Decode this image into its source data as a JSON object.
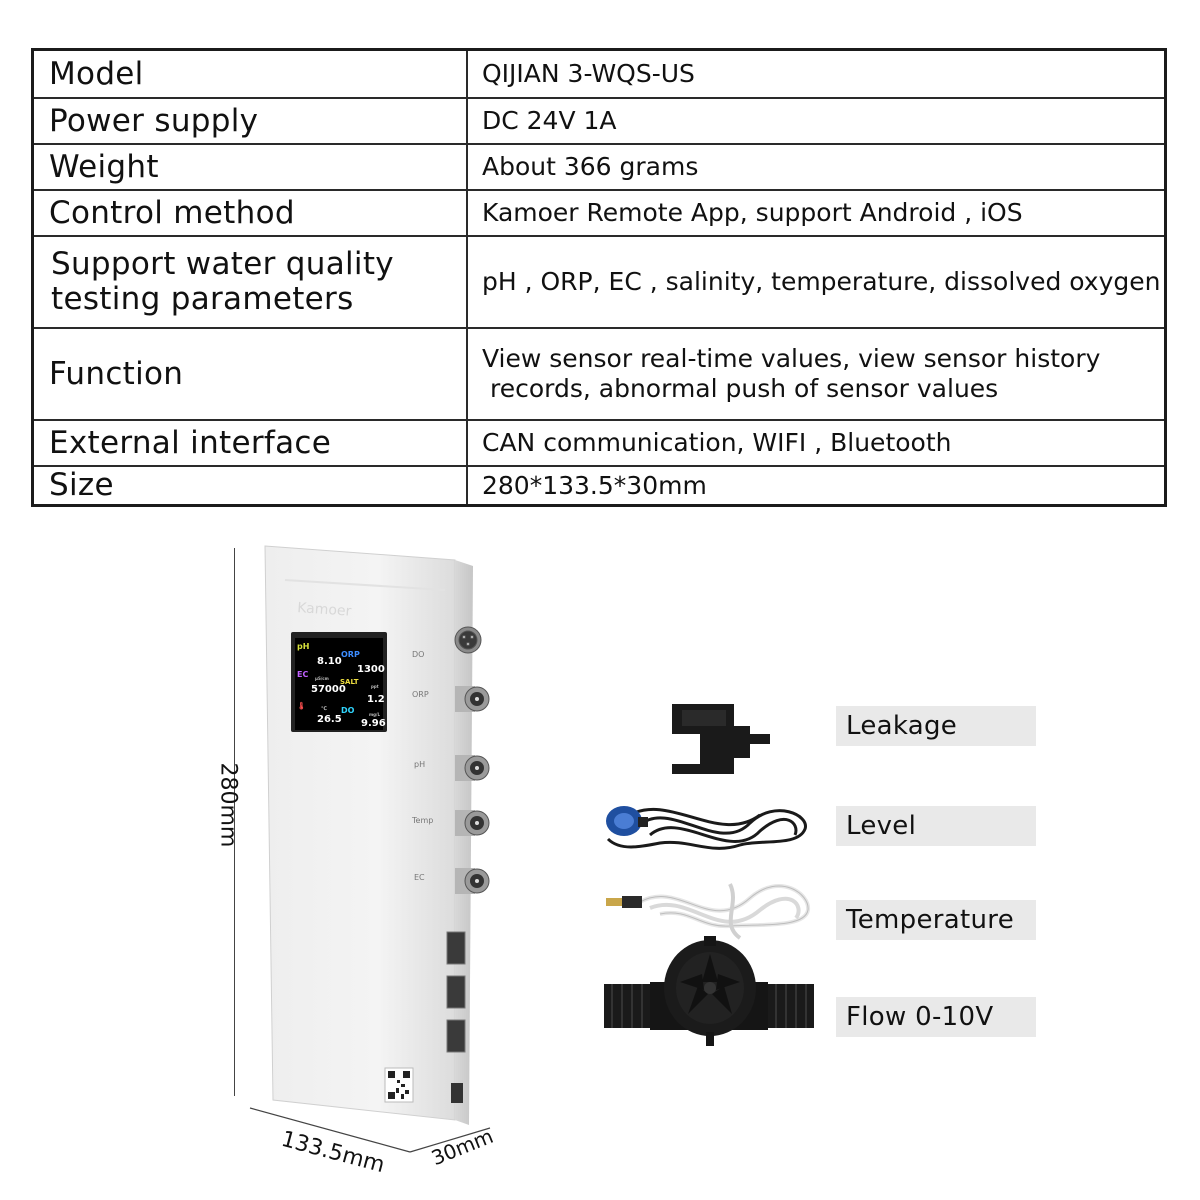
{
  "spec_table": {
    "rows": [
      {
        "label": "Model",
        "value": "QIJIAN 3-WQS-US"
      },
      {
        "label": "Power supply",
        "value": "DC 24V 1A"
      },
      {
        "label": "Weight",
        "value": "About 366 grams"
      },
      {
        "label": "Control method",
        "value": "Kamoer Remote App, support Android , iOS"
      },
      {
        "label_lines": [
          "Support water quality",
          "testing parameters"
        ],
        "value": "pH , ORP, EC , salinity, temperature, dissolved oxygen"
      },
      {
        "label": "Function",
        "value_lines": [
          "View sensor real-time values, view sensor history",
          "records, abnormal push of sensor values"
        ]
      },
      {
        "label": "External interface",
        "value": "CAN communication, WIFI , Bluetooth"
      },
      {
        "label": "Size",
        "value": "280*133.5*30mm"
      }
    ]
  },
  "dimensions": {
    "height": "280mm",
    "width": "133.5mm",
    "depth": "30mm"
  },
  "device": {
    "brand": "Kamoer",
    "ports": [
      "DO",
      "ORP",
      "pH",
      "Temp",
      "EC"
    ],
    "screen": {
      "ph_label": "pH",
      "ph_value": "8.10",
      "orp_label": "ORP",
      "orp_value": "1300",
      "ec_label": "EC",
      "ec_unit": "μS/cm",
      "ec_value": "57000",
      "salt_label": "SALT",
      "salt_unit": "ppt",
      "salt_value": "1.2",
      "temp_unit": "℃",
      "temp_value": "26.5",
      "do_label": "DO",
      "do_unit": "mg/L",
      "do_value": "9.96"
    }
  },
  "accessories": [
    {
      "label": "Leakage",
      "icon": "leakage-sensor-icon"
    },
    {
      "label": "Level",
      "icon": "level-sensor-icon"
    },
    {
      "label": "Temperature",
      "icon": "temperature-probe-icon"
    },
    {
      "label": "Flow 0-10V",
      "icon": "flow-sensor-icon"
    }
  ]
}
